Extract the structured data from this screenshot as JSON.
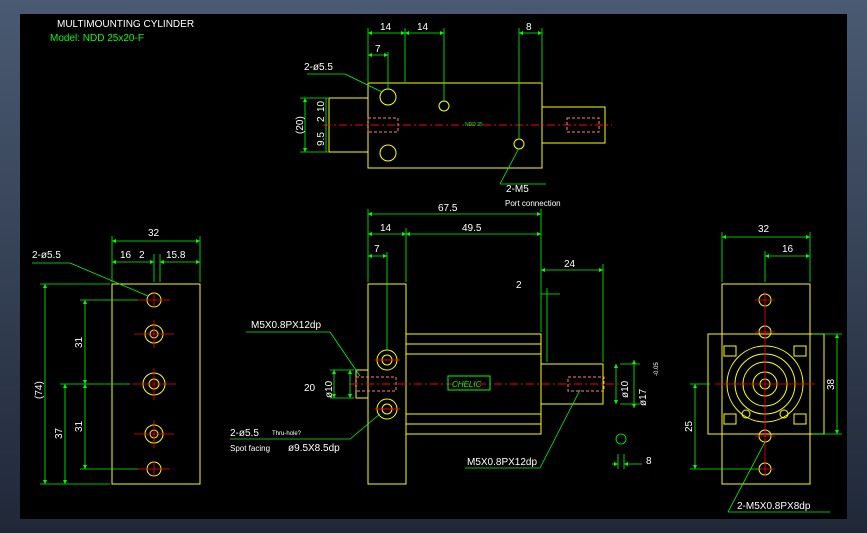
{
  "title": "MULTIMOUNTING CYLINDER",
  "model": "Model: NDD 25x20-F",
  "colors": {
    "background": "#000000",
    "body": "#ffff00",
    "dimension": "#00ff00",
    "center": "#ff0000",
    "bolt": "#ff8080",
    "text": "#ffffff"
  },
  "top_view": {
    "dims": [
      "14",
      "14",
      "8",
      "7",
      "2-ø5.5",
      "(20)",
      "10",
      "2",
      "9.5",
      "2-M5",
      "Port connection"
    ],
    "marking": "NDD 25"
  },
  "front_view": {
    "dims": [
      "67.5",
      "14",
      "49.5",
      "7",
      "24",
      "2",
      "M5X0.8PX12dp",
      "20",
      "ø10",
      "ø10",
      "ø17",
      "-0.05",
      "2-ø5.5",
      "Thru-hole?",
      "Spot facing",
      "ø9.5X8.5dp",
      "M5X0.8PX12dp",
      "8"
    ],
    "label": "CHELIC"
  },
  "left_view": {
    "dims": [
      "32",
      "16",
      "2",
      "15.8",
      "2-ø5.5",
      "31",
      "31",
      "(74)",
      "37"
    ]
  },
  "right_view": {
    "dims": [
      "32",
      "16",
      "38",
      "25",
      "2-M5X0.8PX8dp"
    ]
  }
}
